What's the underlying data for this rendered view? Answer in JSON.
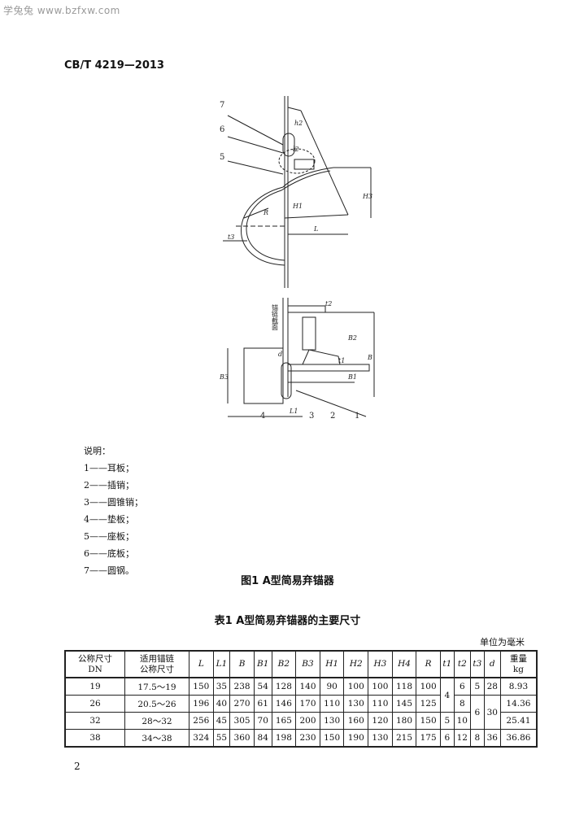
{
  "watermark": "学兔兔 www.bzfxw.com",
  "standard_code": "CB/T 4219—2013",
  "figure_labels": {
    "part7": "7",
    "part6": "6",
    "part5": "5",
    "part4": "4",
    "part3": "3",
    "part2": "2",
    "part1": "1",
    "dim_h2": "h2",
    "dim_l2": "l2",
    "dim_h3": "H3",
    "dim_h1": "H1",
    "dim_r": "R",
    "dim_t3": "t3",
    "dim_l": "L",
    "dim_t2": "t2",
    "dim_b2": "B2",
    "dim_b": "B",
    "dim_b1": "B1",
    "dim_l1": "L1",
    "dim_b3": "B3",
    "dim_d": "d",
    "dim_t1": "t1",
    "side_text": "锚链截面"
  },
  "legend": {
    "title": "说明：",
    "items": [
      "1——耳板；",
      "2——插销；",
      "3——圆锥销；",
      "4——垫板；",
      "5——座板；",
      "6——底板；",
      "7——圆钢。"
    ]
  },
  "figure_caption": "图1   A型简易弃锚器",
  "table_caption": "表1   A型简易弃锚器的主要尺寸",
  "unit_note": "单位为毫米",
  "table": {
    "headers": [
      "公称尺寸\nDN",
      "适用锚链\n公称尺寸",
      "L",
      "L1",
      "B",
      "B1",
      "B2",
      "B3",
      "H1",
      "H2",
      "H3",
      "H4",
      "R",
      "t1",
      "t2",
      "t3",
      "d",
      "重量\nkg"
    ],
    "rows": [
      [
        "19",
        "17.5～19",
        "150",
        "35",
        "238",
        "54",
        "128",
        "140",
        "90",
        "100",
        "100",
        "118",
        "100",
        "4",
        "6",
        "5",
        "28",
        "8.93"
      ],
      [
        "26",
        "20.5～26",
        "196",
        "40",
        "270",
        "61",
        "146",
        "170",
        "110",
        "130",
        "110",
        "145",
        "125",
        "",
        "8",
        "6",
        "30",
        "14.36"
      ],
      [
        "32",
        "28～32",
        "256",
        "45",
        "305",
        "70",
        "165",
        "200",
        "130",
        "160",
        "120",
        "180",
        "150",
        "5",
        "10",
        "",
        "",
        "25.41"
      ],
      [
        "38",
        "34～38",
        "324",
        "55",
        "360",
        "84",
        "198",
        "230",
        "150",
        "190",
        "130",
        "215",
        "175",
        "6",
        "12",
        "8",
        "36",
        "36.86"
      ]
    ]
  },
  "page_number": "2"
}
